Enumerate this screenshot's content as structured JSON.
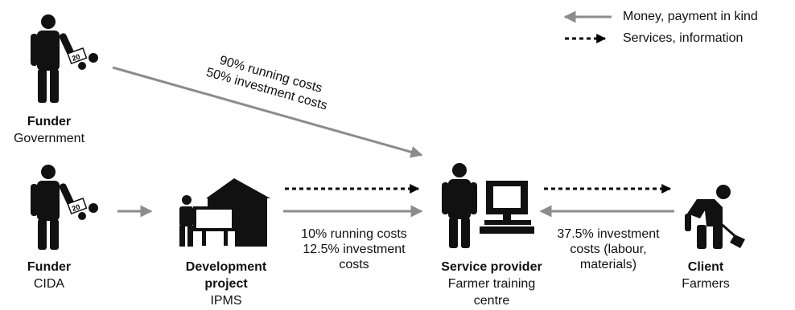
{
  "legend": {
    "money": "Money, payment in kind",
    "services": "Services, information"
  },
  "actors": {
    "funder_government": {
      "role": "Funder",
      "name": "Government"
    },
    "funder_cida": {
      "role": "Funder",
      "name": "CIDA"
    },
    "development_project": {
      "role_line1": "Development",
      "role_line2": "project",
      "name": "IPMS"
    },
    "service_provider": {
      "role": "Service provider",
      "name_line1": "Farmer training",
      "name_line2": "centre"
    },
    "client": {
      "role": "Client",
      "name": "Farmers"
    }
  },
  "flows": {
    "government_to_provider": {
      "line1": "90% running costs",
      "line2": "50% investment costs"
    },
    "project_to_provider": {
      "line1": "10% running costs",
      "line2": "12.5% investment",
      "line3": "costs"
    },
    "client_to_provider": {
      "line1": "37.5% investment",
      "line2": "costs (labour,",
      "line3": "materials)"
    }
  },
  "bill_label": "20",
  "colors": {
    "money_arrow": "#8c8c8c",
    "service_arrow": "#000000",
    "figure": "#111111"
  }
}
